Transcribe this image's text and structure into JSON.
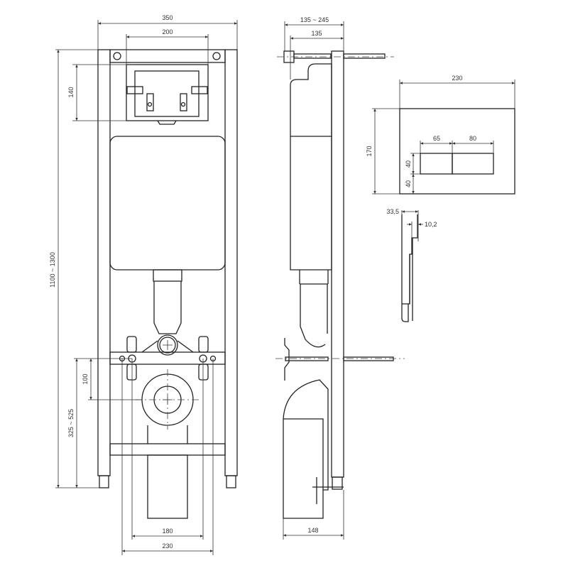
{
  "front_view": {
    "dims": {
      "width_total": "350",
      "bracket_width": "200",
      "bracket_height": "140",
      "height_total": "1100 ~ 1300",
      "outlet_offset": "100",
      "outlet_height": "325 ~ 525",
      "bolt_inner": "180",
      "bolt_outer": "230"
    }
  },
  "side_view": {
    "dims": {
      "depth_range": "135 ~ 245",
      "depth_min": "135",
      "base_depth": "148"
    }
  },
  "flush_plate": {
    "dims": {
      "width": "230",
      "height": "170",
      "button_left": "65",
      "button_right": "80",
      "button_height": "40",
      "button_offset": "40",
      "thickness": "33,5",
      "profile": "10,2"
    }
  },
  "colors": {
    "line": "#222222",
    "background": "#ffffff"
  }
}
